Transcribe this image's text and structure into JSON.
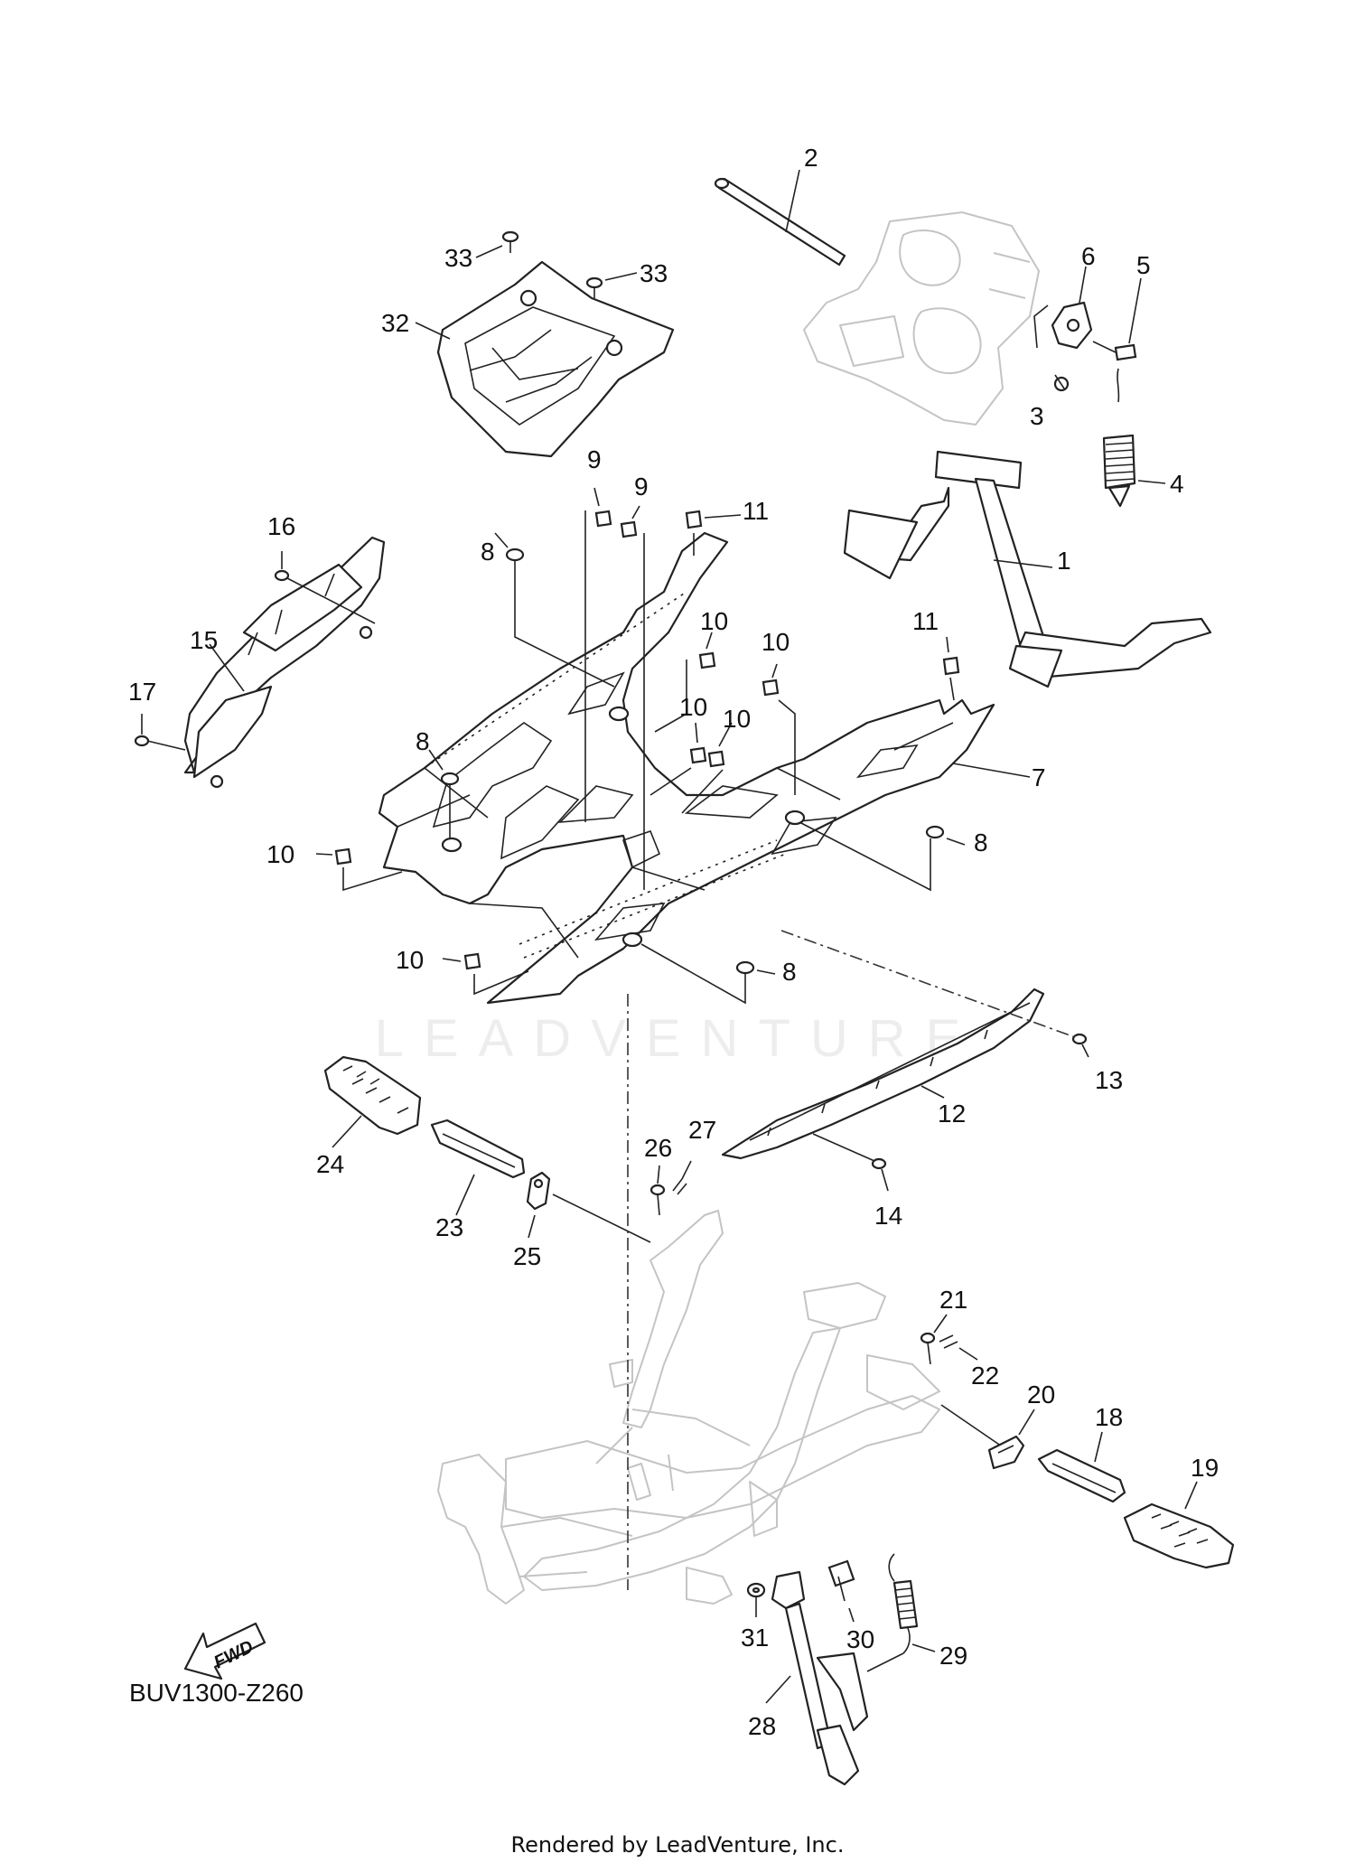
{
  "diagram": {
    "code": "BUV1300-Z260",
    "credit": "Rendered by LeadVenture, Inc.",
    "watermark": "LEADVENTURE",
    "direction_marker": "FWD",
    "callouts": {
      "c1": "1",
      "c2": "2",
      "c3": "3",
      "c4": "4",
      "c5": "5",
      "c6": "6",
      "c7": "7",
      "c8a": "8",
      "c8b": "8",
      "c8c": "8",
      "c8d": "8",
      "c9a": "9",
      "c9b": "9",
      "c10a": "10",
      "c10b": "10",
      "c10c": "10",
      "c10d": "10",
      "c10e": "10",
      "c10f": "10",
      "c11a": "11",
      "c11b": "11",
      "c12": "12",
      "c13": "13",
      "c14": "14",
      "c15": "15",
      "c16": "16",
      "c17": "17",
      "c18": "18",
      "c19": "19",
      "c20": "20",
      "c21": "21",
      "c22": "22",
      "c23": "23",
      "c24": "24",
      "c25": "25",
      "c26": "26",
      "c27": "27",
      "c28": "28",
      "c29": "29",
      "c30": "30",
      "c31": "31",
      "c32": "32",
      "c33a": "33",
      "c33b": "33"
    }
  }
}
